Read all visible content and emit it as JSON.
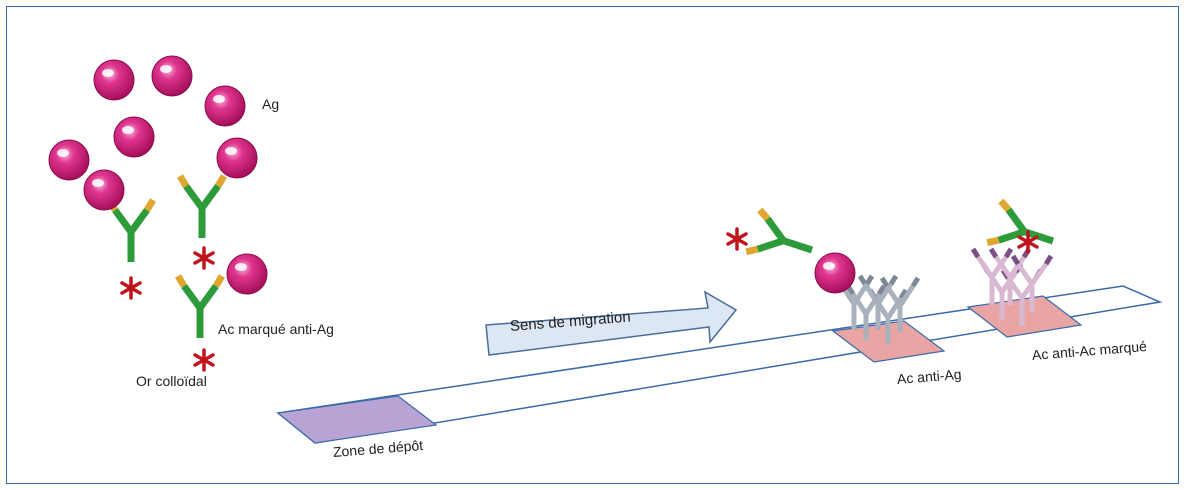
{
  "labels": {
    "antigen": "Ag",
    "labeled_antibody": "Ac marqué anti-Ag",
    "gold": "Or colloïdal",
    "migration": "Sens de migration",
    "deposit_zone": "Zone de dépôt",
    "anti_ag_zone": "Ac anti-Ag",
    "anti_ac_zone": "Ac anti-Ac marqué"
  },
  "colors": {
    "frame": "#3b6aa8",
    "antigen": "#d81b7a",
    "antibody_heavy": "#2e9b3a",
    "antibody_tip": "#e0a630",
    "gold_marker": "#c0141c",
    "deposit_zone_fill": "#b9a3d4",
    "capture_zone_fill": "#e9a4a4",
    "arrow_fill": "#dde7f3",
    "capture_antibody": "#a9b1bd",
    "anti_ac_antibody": "#d9b8d2"
  }
}
